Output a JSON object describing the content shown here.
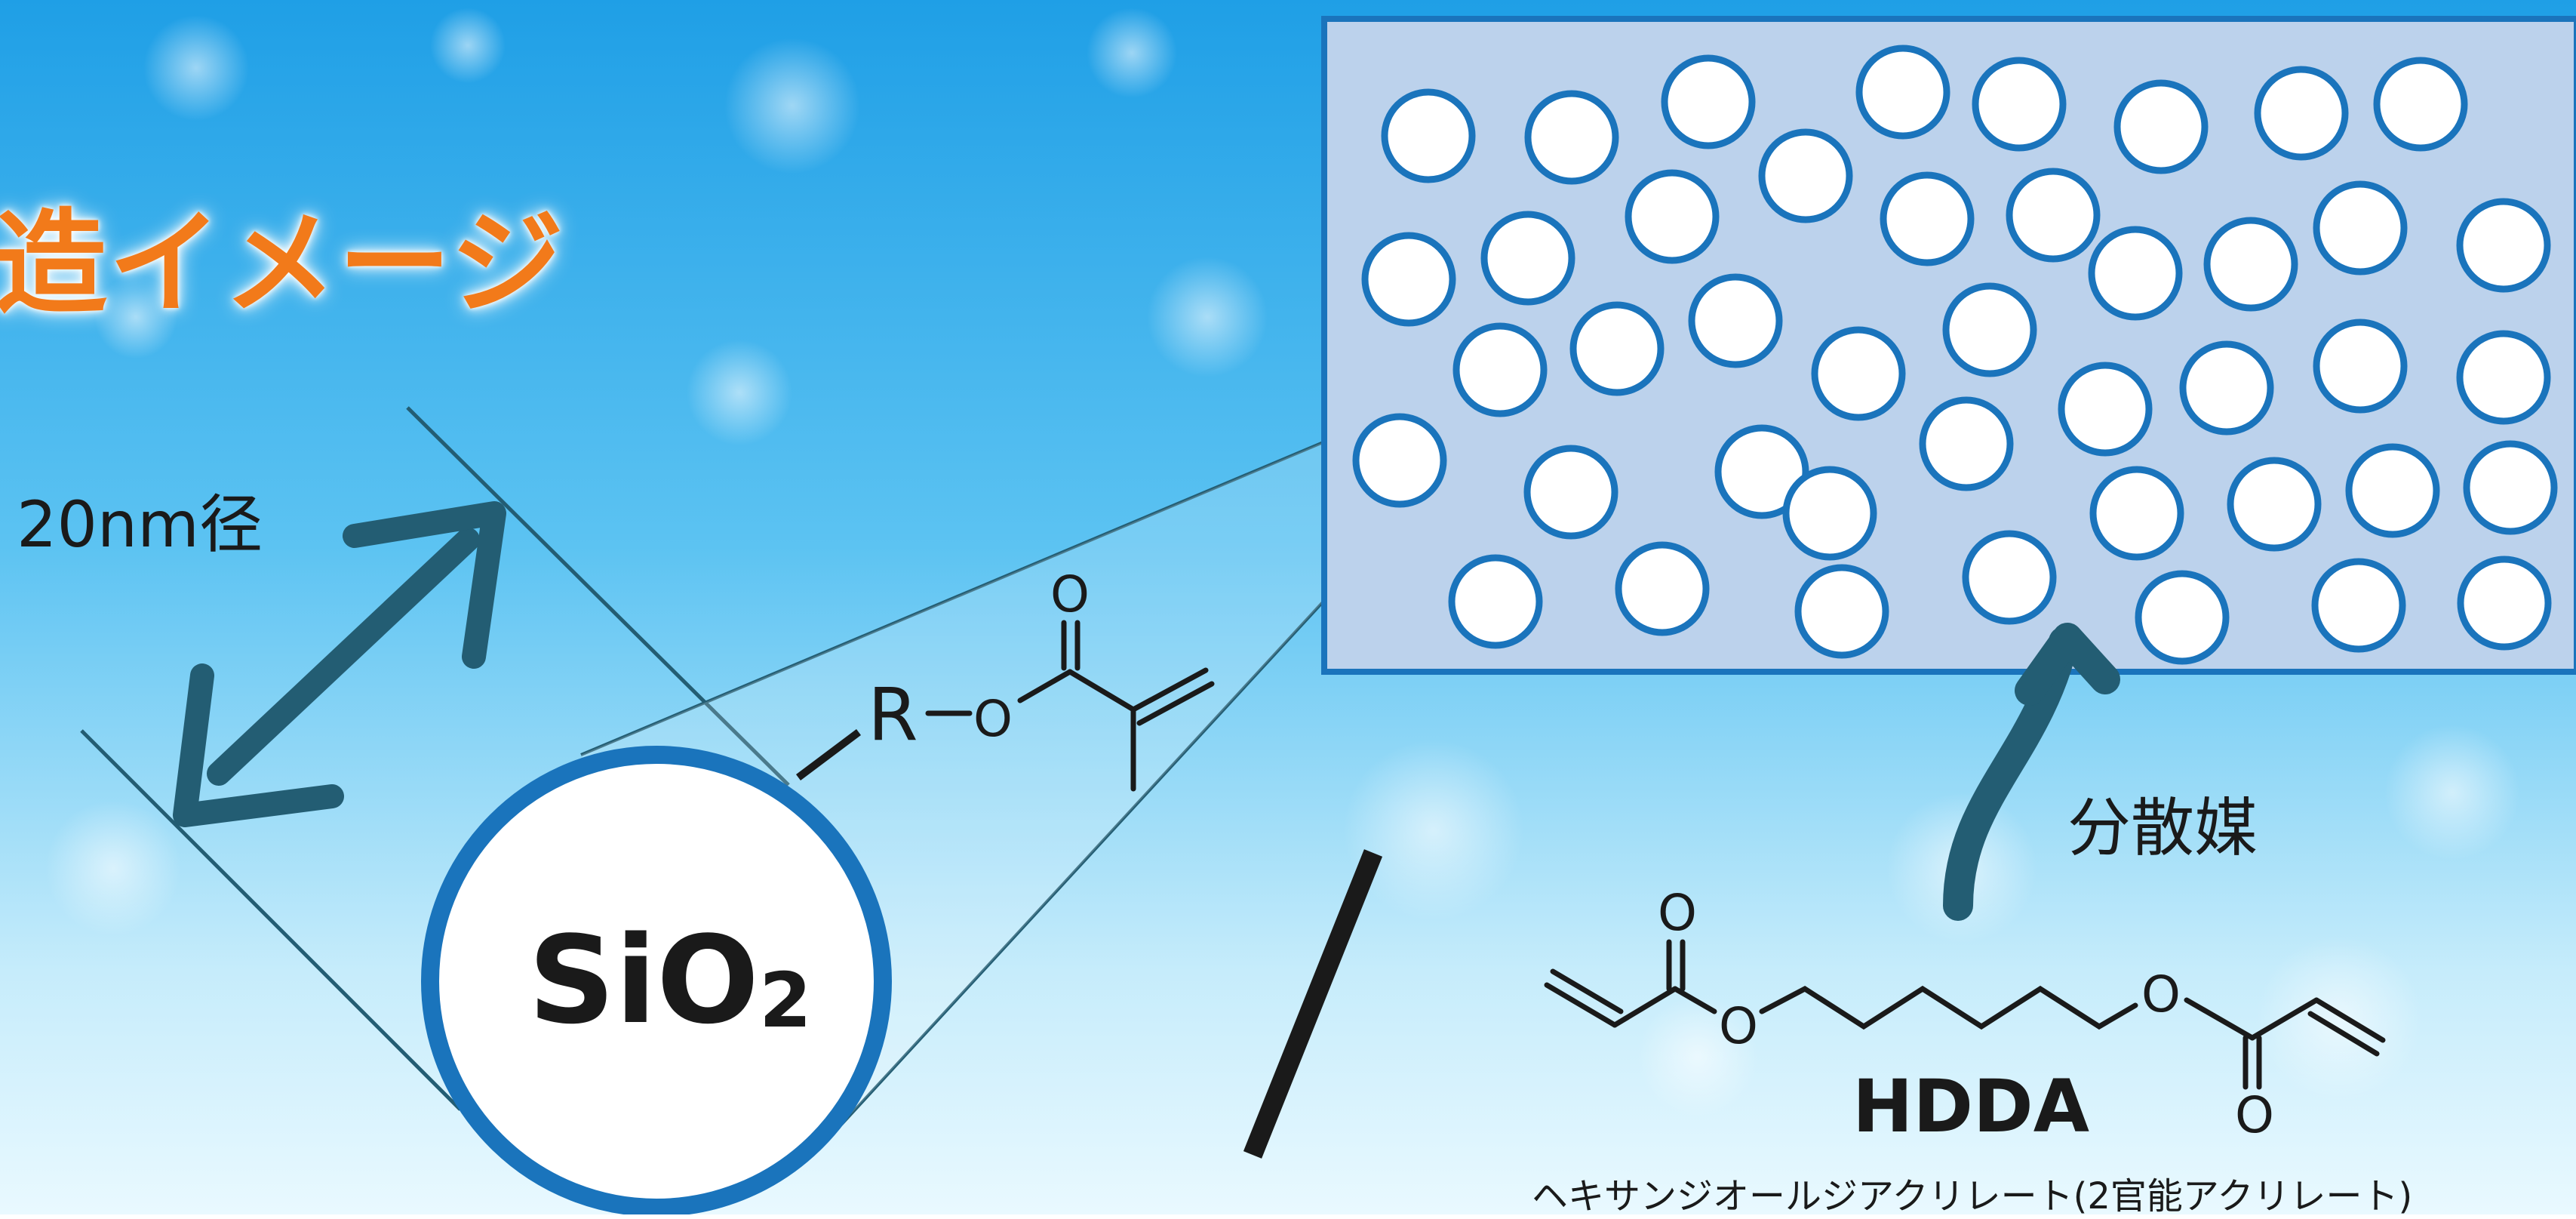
{
  "title": "造イメージ",
  "particle": {
    "diameter_label": "20nm径",
    "formula_main": "SiO",
    "formula_sub": "2",
    "group_R": "R",
    "group_O": "O",
    "carbonyl_O": "O"
  },
  "dispersion": {
    "medium_label": "分散媒"
  },
  "hdda": {
    "name": "HDDA",
    "full_name": "ヘキサンジオールジアクリレート(2官能アクリレート)",
    "carbonyl_O_left": "O",
    "ester_O_left": "O",
    "ester_O_right": "O",
    "carbonyl_O_right": "O"
  },
  "colors": {
    "title": "#f27a1a",
    "particle_ring": "#1a74bc",
    "arrow": "#235d73",
    "box_fill": "#bcd2ec",
    "box_border": "#1a74bc"
  }
}
